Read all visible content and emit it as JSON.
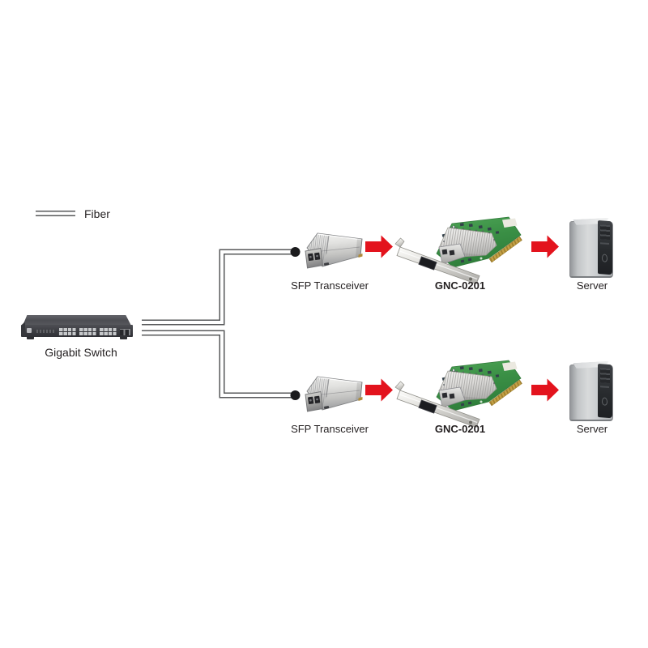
{
  "legend": {
    "label": "Fiber"
  },
  "switch": {
    "label": "Gigabit Switch"
  },
  "rows": [
    {
      "transceiver_label": "SFP Transceiver",
      "card_label": "GNC-0201",
      "server_label": "Server"
    },
    {
      "transceiver_label": "SFP Transceiver",
      "card_label": "GNC-0201",
      "server_label": "Server"
    }
  ],
  "colors": {
    "arrow": "#e3131d",
    "line": "#57585a",
    "dot": "#1b1b1d",
    "text": "#231f20"
  }
}
